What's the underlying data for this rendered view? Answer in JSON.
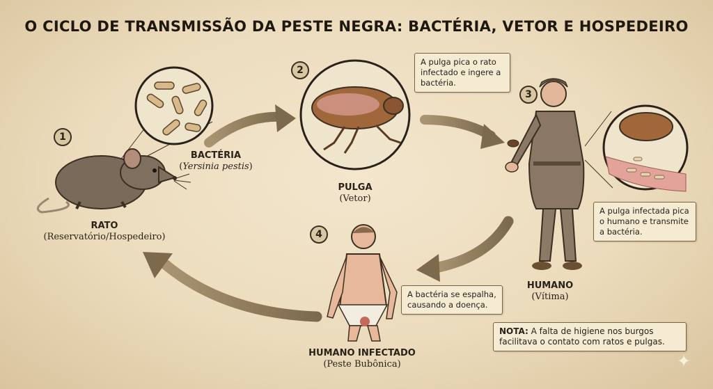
{
  "title": "O CICLO DE TRANSMISSÃO DA PESTE NEGRA: BACTÉRIA, VETOR E HOSPEDEIRO",
  "steps": [
    {
      "number": "1",
      "name": "RATO",
      "subtitle": "(Reservatório/Hospedeiro)"
    },
    {
      "number": "2",
      "name": "PULGA",
      "subtitle": "(Vetor)"
    },
    {
      "number": "3",
      "name": "HUMANO",
      "subtitle": "(Vítima)"
    },
    {
      "number": "4",
      "name": "HUMANO INFECTADO",
      "subtitle": "(Peste Bubônica)"
    }
  ],
  "bacteria": {
    "name": "BACTÉRIA",
    "species": "Yersinia pestis"
  },
  "notes": {
    "flea_bites_rat": "A pulga pica o rato infectado e ingere a bactéria.",
    "flea_bites_human": "A pulga infectada pica o humano e transmite a bactéria.",
    "bacteria_spreads": "A bactéria se espalha, causando a doença.",
    "hygiene_label": "NOTA:",
    "hygiene_text": "A falta de higiene nos burgos facilitava o contato com ratos e pulgas."
  },
  "colors": {
    "parchment": "#ecdcbd",
    "ink": "#2a2118",
    "arrow": "#8a7556",
    "skin": "#e8b89a",
    "rat": "#7a6a5a",
    "flea": "#a0673a"
  }
}
